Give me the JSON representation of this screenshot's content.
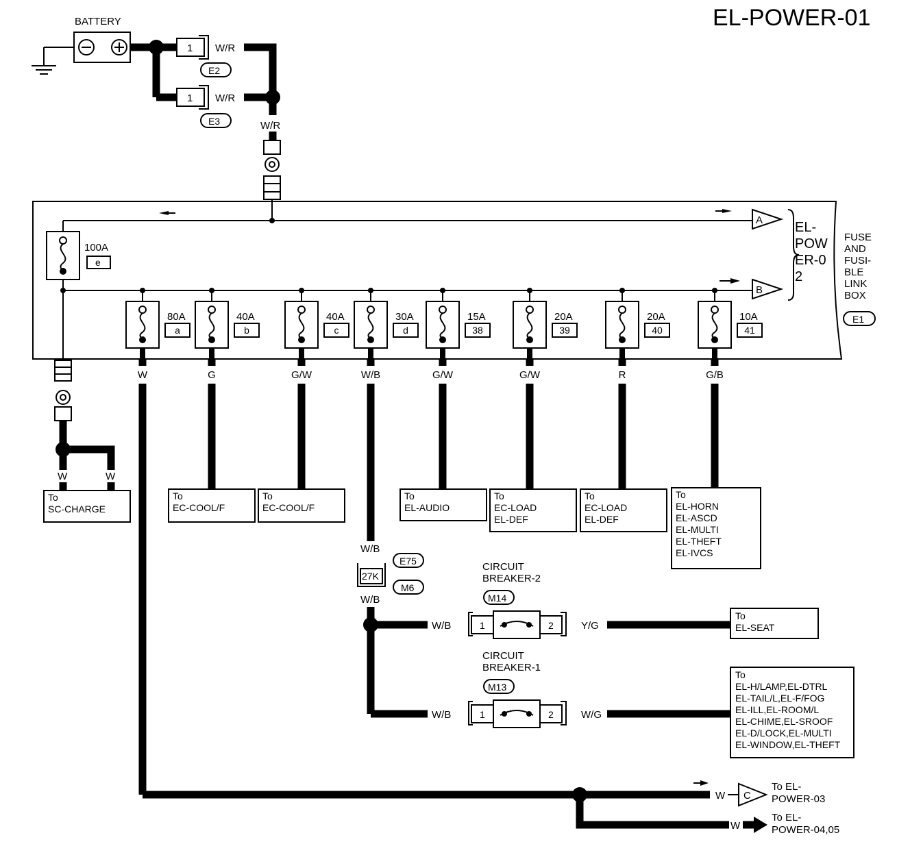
{
  "title": "EL-POWER-01",
  "battery": {
    "label": "BATTERY",
    "neg": "⊖",
    "pos": "⊕"
  },
  "fusible_links": [
    {
      "num": "1",
      "wire": "W/R",
      "connector": "E2"
    },
    {
      "num": "1",
      "wire": "W/R",
      "connector": "E3"
    }
  ],
  "main_wire": "W/R",
  "fuse_box": {
    "name": [
      "FUSE",
      "AND",
      "FUSI-",
      "BLE",
      "LINK",
      "BOX"
    ],
    "connector": "E1",
    "ref_lines": [
      "EL-",
      "POW",
      "ER-0",
      "2"
    ],
    "main_fuse": {
      "amp": "100A",
      "id": "e"
    },
    "out_a": "A",
    "out_b": "B"
  },
  "fuses": [
    {
      "amp": "80A",
      "id": "a",
      "wire": "W"
    },
    {
      "amp": "40A",
      "id": "b",
      "wire": "G"
    },
    {
      "amp": "40A",
      "id": "c",
      "wire": "G/W"
    },
    {
      "amp": "30A",
      "id": "d",
      "wire": "W/B"
    },
    {
      "amp": "15A",
      "id": "38",
      "wire": "G/W"
    },
    {
      "amp": "20A",
      "id": "39",
      "wire": "G/W"
    },
    {
      "amp": "20A",
      "id": "40",
      "wire": "R"
    },
    {
      "amp": "10A",
      "id": "41",
      "wire": "G/B"
    }
  ],
  "ground_wires": [
    "W",
    "W"
  ],
  "destinations": [
    {
      "lines": [
        "To",
        "SC-CHARGE"
      ]
    },
    {
      "lines": [
        "To",
        "EC-COOL/F"
      ]
    },
    {
      "lines": [
        "To",
        "EC-COOL/F"
      ]
    },
    {
      "lines": [
        "To",
        "EL-AUDIO"
      ]
    },
    {
      "lines": [
        "To",
        "EC-LOAD",
        "EL-DEF"
      ]
    },
    {
      "lines": [
        "To",
        "EC-LOAD",
        "EL-DEF"
      ]
    },
    {
      "lines": [
        "To",
        "EL-HORN",
        "EL-ASCD",
        "EL-MULTI",
        "EL-THEFT",
        "EL-IVCS"
      ]
    }
  ],
  "joint": {
    "wire_top": "W/B",
    "label": "27K",
    "connector_top": "E75",
    "connector_bottom": "M6",
    "wire_bottom": "W/B"
  },
  "breakers": [
    {
      "title": [
        "CIRCUIT",
        "BREAKER-2"
      ],
      "connector": "M14",
      "pin1": "1",
      "pin2": "2",
      "wire_in": "W/B",
      "wire_out": "Y/G",
      "dest": [
        "To",
        "EL-SEAT"
      ]
    },
    {
      "title": [
        "CIRCUIT",
        "BREAKER-1"
      ],
      "connector": "M13",
      "pin1": "1",
      "pin2": "2",
      "wire_in": "W/B",
      "wire_out": "W/G",
      "dest": [
        "To",
        "EL-H/LAMP,EL-DTRL",
        "EL-TAIL/L,EL-F/FOG",
        "EL-ILL,EL-ROOM/L",
        "EL-CHIME,EL-SROOF",
        "EL-D/LOCK,EL-MULTI",
        "EL-WINDOW,EL-THEFT"
      ]
    }
  ],
  "outputs": [
    {
      "wire": "W",
      "connector": "C",
      "lines": [
        "To EL-",
        "POWER-03"
      ]
    },
    {
      "wire": "W",
      "connector": "",
      "lines": [
        "To EL-",
        "POWER-04,05"
      ]
    }
  ]
}
